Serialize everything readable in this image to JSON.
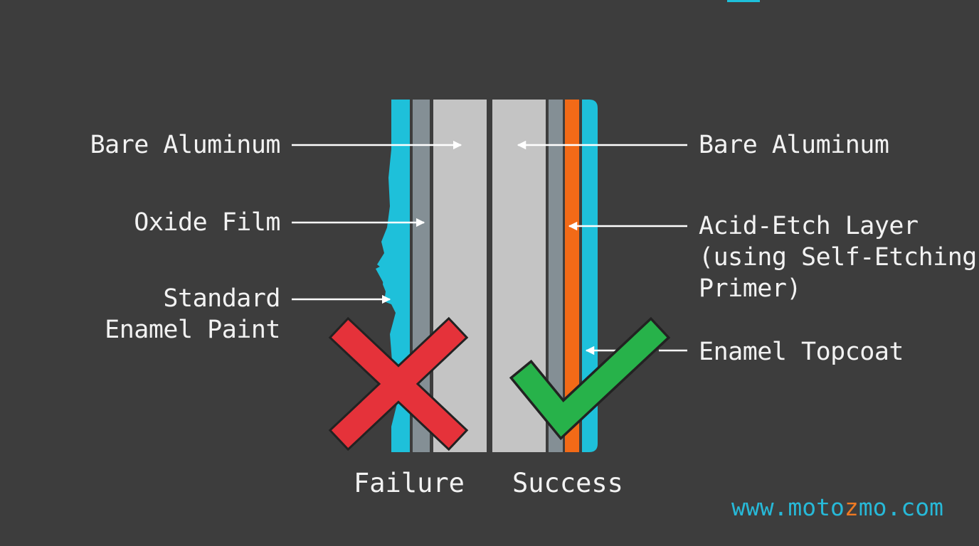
{
  "colors": {
    "background": "#3d3d3d",
    "aluminum": "#c4c4c4",
    "oxide": "#848f95",
    "enamel": "#1ec0da",
    "acid_etch": "#f26a17",
    "fail_mark": "#e5323a",
    "success_mark": "#27b24a",
    "text": "#f2f2f2",
    "watermark": "#27b9d8",
    "watermark_accent": "#f07a22"
  },
  "left_labels": {
    "bare_aluminum": "Bare Aluminum",
    "oxide_film": "Oxide Film",
    "standard_enamel_line1": "Standard",
    "standard_enamel_line2": "Enamel Paint"
  },
  "right_labels": {
    "bare_aluminum": "Bare Aluminum",
    "acid_etch_line1": "Acid-Etch Layer",
    "acid_etch_line2": "(using Self-Etching",
    "acid_etch_line3": "Primer)",
    "enamel_topcoat": "Enamel Topcoat"
  },
  "captions": {
    "failure": "Failure",
    "success": "Success"
  },
  "icons": {
    "failure": "x-mark-icon",
    "success": "check-mark-icon"
  },
  "watermark": {
    "part1": "www.moto",
    "accent": "z",
    "part2": "mo.com"
  }
}
